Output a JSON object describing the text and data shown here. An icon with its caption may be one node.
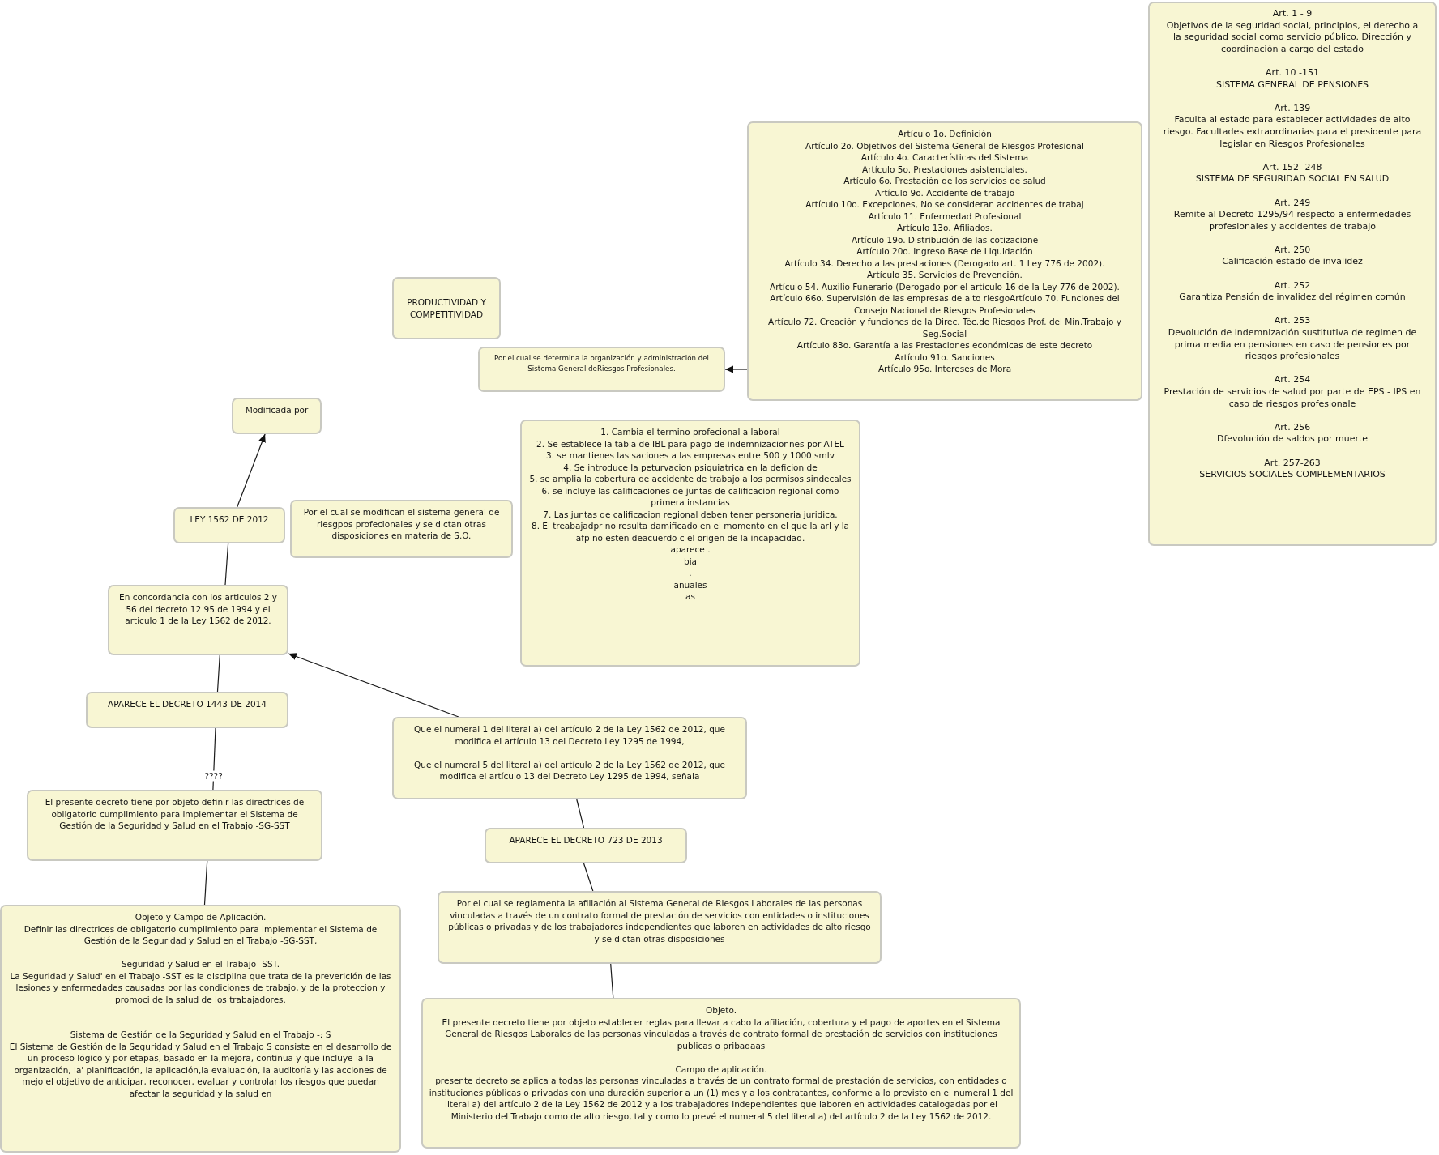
{
  "diagram": {
    "nodes": [
      {
        "text": [
          "Art. 1 - 9",
          "Objetivos de la seguridad social, principios, el derecho a la seguridad social como servicio público. Dirección y coordinación a cargo del estado",
          "Art. 10 -151",
          "SISTEMA GENERAL DE PENSIONES",
          "Art. 139",
          "Faculta al estado para establecer actividades de alto riesgo. Facultades extraordinarias para el presidente para legislar en Riesgos Profesionales",
          "Art. 152- 248",
          "SISTEMA DE SEGURIDAD SOCIAL EN SALUD",
          "Art. 249",
          "Remite al Decreto 1295/94 respecto a enfermedades profesionales y accidentes de trabajo",
          "Art. 250",
          "Calificación estado de invalidez",
          "Art. 252",
          "Garantiza Pensión de invalidez del régimen común",
          "Art. 253",
          "Devolución de indemnización sustitutiva de regimen de prima media en pensiones en caso de pensiones por riesgos profesionales",
          "Art. 254",
          "Prestación de servicios de salud por parte de EPS - IPS en caso de riesgos profesionale",
          "Art. 256",
          "Dfevolución de saldos por muerte",
          "Art. 257-263",
          "SERVICIOS SOCIALES COMPLEMENTARIOS"
        ]
      },
      {
        "text": [
          "PRODUCTIVIDAD Y COMPETITIVIDAD"
        ]
      },
      {
        "text": [
          "Modificada por"
        ]
      },
      {
        "text": [
          "Por el cual se determina la organización y administración del Sistema General deRiesgos Profesionales."
        ]
      },
      {
        "text": [
          "Artículo 1o. Definición",
          "Artículo 2o. Objetivos del Sistema General de Riesgos Profesional",
          "Artículo 4o. Características del Sistema",
          "Artículo 5o. Prestaciones asistenciales.",
          "Artículo 6o. Prestación de los servicios de salud",
          "Artículo 9o. Accidente de trabajo",
          "Artículo 10o. Excepciones, No se consideran accidentes de trabaj",
          "Artículo 11. Enfermedad Profesional",
          "Artículo 13o. Afiliados.",
          "Artículo 19o. Distribución de las cotizacione",
          "Artículo 20o. Ingreso Base de Liquidación",
          "Artículo 34. Derecho a las prestaciones (Derogado art. 1 Ley 776 de 2002).",
          "Artículo 35. Servicios de Prevención.",
          "Artículo 54. Auxilio Funerario (Derogado por el artículo 16 de la Ley 776 de 2002).",
          "Artículo 66o. Supervisión de las empresas de alto riesgoArtículo 70. Funciones del Consejo Nacional de Riesgos Profesionales",
          "Artículo 72. Creación y funciones de la Direc. Téc.de Riesgos Prof. del Min.Trabajo y Seg.Social",
          "Artículo 83o. Garantía a las Prestaciones económicas de este decreto",
          "Artículo 91o. Sanciones",
          "Artículo 95o. Intereses de Mora"
        ]
      },
      {
        "text": [
          "LEY 1562 DE 2012"
        ]
      },
      {
        "text": [
          "Por el cual se modifican el sistema general de riesgpos profecionales y se dictan otras disposiciones en materia de S.O."
        ]
      },
      {
        "text": [
          "1. Cambia el termino profecional a laboral",
          "2. Se establece la tabla de IBL para pago de indemnizacionnes por ATEL",
          "3. se mantienes las saciones a las empresas entre 500 y 1000 smlv",
          "4. Se introduce la peturvacion psiquiatrica en la deficion de",
          "5. se amplia la cobertura de accidente de trabajo a los permisos sindecales",
          "6. se incluye las calificaciones de juntas de calificacion regional como primera instancias",
          "7. Las juntas de calificacion regional deben tener personeria juridica.",
          "8. El treabajadpr no resulta damificado en el momento en el que la arl y la afp no esten deacuerdo c el origen de la incapacidad.",
          "aparece .",
          "bia",
          ".",
          "anuales",
          "as"
        ]
      },
      {
        "text": [
          "En concordancia con los articulos 2 y 56 del decreto 12 95 de 1994 y el articulo 1 de la Ley 1562 de 2012."
        ]
      },
      {
        "text": [
          "APARECE EL DECRETO 1443 DE 2014"
        ]
      },
      {
        "text": [
          "Que el numeral 1 del literal a) del artículo 2 de la Ley 1562 de 2012, que modifica el artículo 13 del Decreto Ley 1295 de 1994,",
          "Que el numeral 5 del literal a) del artículo 2 de la Ley 1562 de 2012, que modifica el artículo 13 del Decreto Ley 1295 de 1994, señala"
        ]
      },
      {
        "text": [
          "El presente decreto tiene por objeto definir las directrices de obligatorio cumplimiento para implementar el Sistema de Gestión de la Seguridad y Salud en el Trabajo -SG-SST"
        ]
      },
      {
        "text": [
          "APARECE EL DECRETO 723 DE 2013"
        ]
      },
      {
        "text": [
          "Por el cual se reglamenta la afiliación al Sistema General de Riesgos Laborales de las personas vinculadas a través de un contrato formal de prestación de servicios con entidades o instituciones públicas o privadas y de los trabajadores independientes que laboren en actividades de alto riesgo y se dictan otras disposiciones"
        ]
      },
      {
        "text": [
          "Objeto y Campo de Aplicación.",
          "Definir las directrices de obligatorio cumplimiento para implementar el Sistema de Gestión de la Seguridad y Salud en el Trabajo -SG-SST,",
          "Seguridad y Salud en el Trabajo -SST.",
          "La Seguridad y Salud' en el Trabajo -SST es la disciplina que trata de la preverlción de las lesiones y enfermedades causadas por las condiciones de trabajo, y de la proteccion y promoci de la salud de los trabajadores.",
          "Sistema de Gestión de la Seguridad y Salud en el Trabajo -: S",
          "El Sistema de Gestión de la Seguridad y Salud en el Trabajo S consiste en el desarrollo de un proceso lógico y por etapas, basado en la mejora, continua y que incluye la la organización, la' planificación, la aplicación,la evaluación, la auditoría y las acciones de mejo el objetivo de anticipar, reconocer, evaluar y controlar los riesgos que puedan afectar la seguridad y la salud en"
        ]
      },
      {
        "text": [
          "Objeto.",
          "El presente decreto tiene por objeto establecer reglas para llevar a cabo la afiliación, cobertura y el pago de aportes en el Sistema General de Riesgos Laborales de las personas vinculadas a través de contrato formal de prestación de servicios con instituciones publicas o pribadaas",
          "Campo de aplicación.",
          "presente decreto se aplica a todas las personas vinculadas a través de un contrato formal de prestación de servicios, con entidades o instituciones públicas o privadas con una duración superior a un (1) mes y a los contratantes, conforme a lo previsto en el numeral 1 del literal a) del artículo 2 de la Ley 1562 de 2012 y a los trabajadores independientes que laboren en actividades catalogadas por el Ministerio del Trabajo como de alto riesgo, tal y como lo prevé el numeral 5 del literal a) del artículo 2 de la Ley 1562 de 2012."
        ]
      }
    ],
    "edges": [
      {
        "from": 5,
        "to": 2,
        "arrow": "to"
      },
      {
        "from": 5,
        "to": 8,
        "arrow": "none"
      },
      {
        "from": 8,
        "to": 9,
        "arrow": "none"
      },
      {
        "from": 9,
        "to": 11,
        "arrow": "none",
        "label": "????"
      },
      {
        "from": 11,
        "to": 14,
        "arrow": "none"
      },
      {
        "from": 10,
        "to": 8,
        "arrow": "to"
      },
      {
        "from": 10,
        "to": 12,
        "arrow": "none"
      },
      {
        "from": 12,
        "to": 13,
        "arrow": "none"
      },
      {
        "from": 13,
        "to": 15,
        "arrow": "none"
      },
      {
        "from": 4,
        "to": 3,
        "arrow": "to"
      }
    ]
  }
}
